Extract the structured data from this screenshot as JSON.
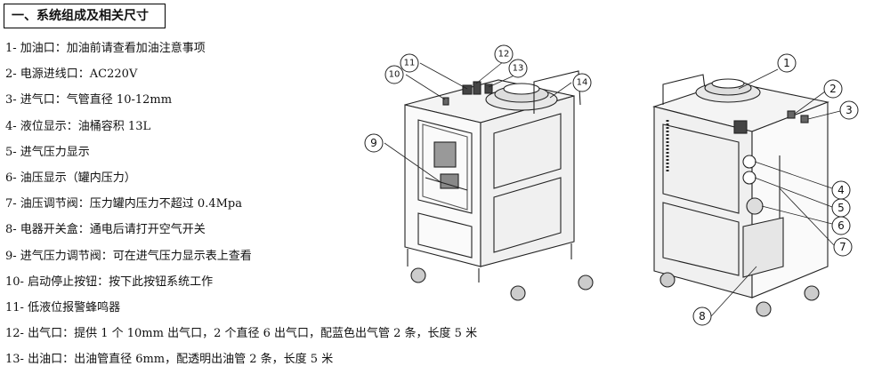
{
  "section_title": "一、系统组成及相关尺寸",
  "items": [
    "1- 加油口：加油前请查看加油注意事项",
    "2- 电源进线口：AC220V",
    "3- 进气口：气管直径 10-12mm",
    "4- 液位显示：油桶容积 13L",
    "5- 进气压力显示",
    "6- 油压显示（罐内压力）",
    "7- 油压调节阀：压力罐内压力不超过 0.4Mpa",
    "8- 电器开关盒：通电后请打开空气开关",
    "9- 进气压力调节阀：可在进气压力显示表上查看",
    "10- 启动停止按钮：按下此按钮系统工作",
    "11- 低液位报警蜂鸣器",
    "12- 出气口：提供 1 个 10mm 出气口，2 个直径 6 出气口，配蓝色出气管 2 条，长度 5 米",
    "13- 出油口：出油管直径 6mm，配透明出油管 2 条，长度 5 米"
  ],
  "callouts": [
    "1",
    "2",
    "3",
    "4",
    "5",
    "6",
    "7",
    "8",
    "9",
    "10",
    "11",
    "12",
    "13",
    "14"
  ]
}
